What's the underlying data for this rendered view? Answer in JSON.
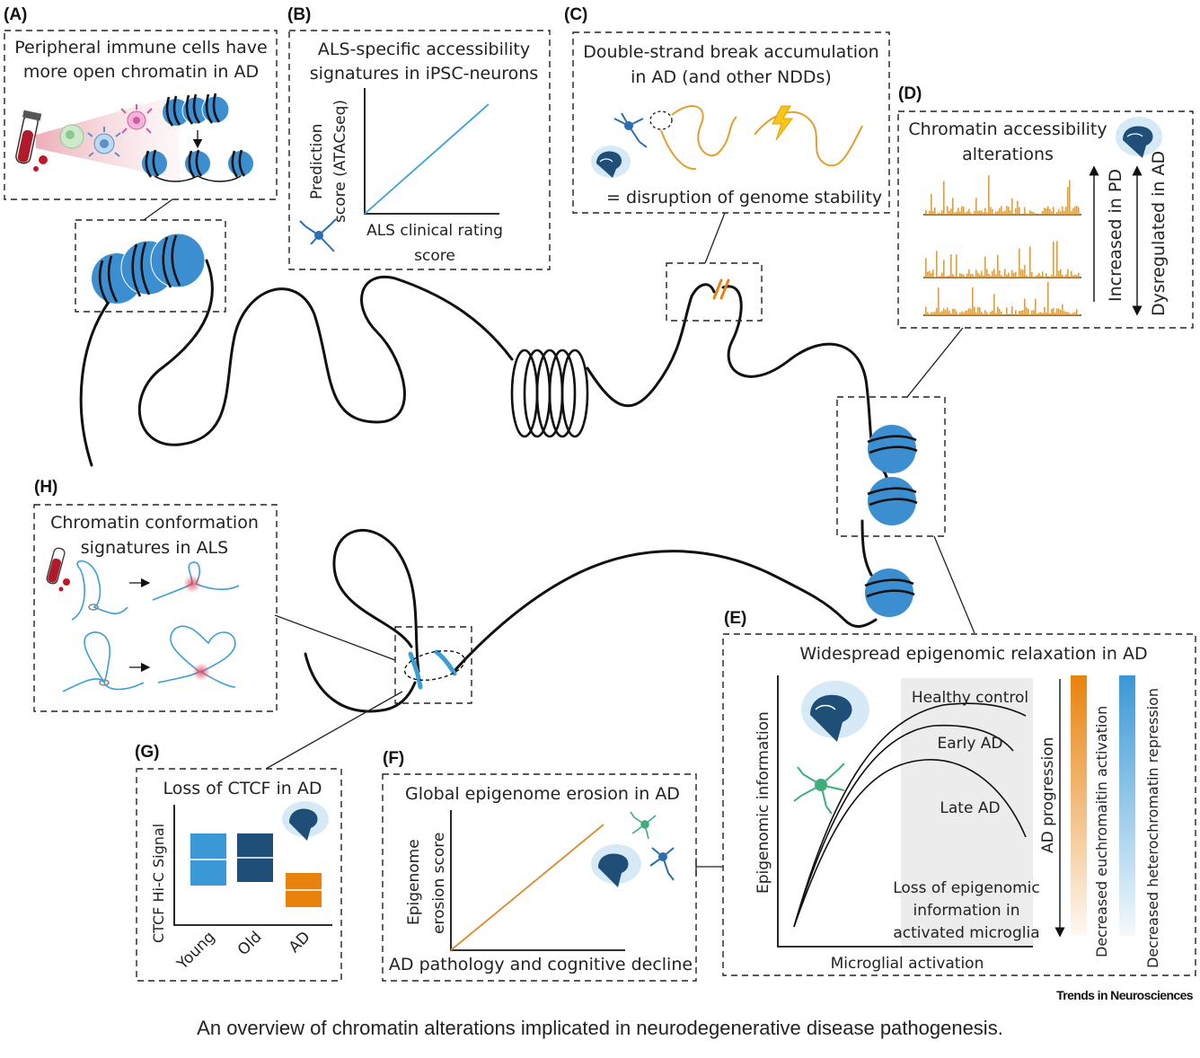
{
  "panels": {
    "A": {
      "label": "(A)",
      "title": [
        "Peripheral immune cells have",
        "more open chromatin in AD"
      ]
    },
    "B": {
      "label": "(B)",
      "title": [
        "ALS-specific accessibility",
        "signatures in iPSC-neurons"
      ],
      "ylabel": [
        "Prediction",
        "score (ATACseq)"
      ],
      "xlabel": [
        "ALS clinical rating",
        "score"
      ]
    },
    "C": {
      "label": "(C)",
      "title": [
        "Double-strand break accumulation",
        "in AD (and other NDDs)"
      ],
      "note": "= disruption of genome stability"
    },
    "D": {
      "label": "(D)",
      "title": [
        "Chromatin accessibility",
        "alterations"
      ],
      "arrow_up": "Increased  in PD",
      "arrow_both": "Dysregulated in AD"
    },
    "E": {
      "label": "(E)",
      "title": "Widespread epigenomic relaxation in AD",
      "ylabel": "Epigenomic information",
      "xlabel": "Microglial activation",
      "curves": [
        "Healthy control",
        "Early AD",
        "Late AD"
      ],
      "progression": "AD progression",
      "loss": [
        "Loss of epigenomic",
        "information in",
        "activated microglia"
      ],
      "bar1": "Decreased euchromaitin activation",
      "bar2": "Decreased heterochromatin repression"
    },
    "F": {
      "label": "(F)",
      "title": "Global epigenome erosion in AD",
      "ylabel": [
        "Epigenome",
        "erosion score"
      ],
      "xlabel": "AD pathology and cognitive decline"
    },
    "G": {
      "label": "(G)",
      "title": "Loss of CTCF in AD",
      "ylabel": "CTCF Hi-C Signal",
      "categories": [
        "Young",
        "Old",
        "AD"
      ]
    },
    "H": {
      "label": "(H)",
      "title": [
        "Chromatin conformation",
        "signatures in ALS"
      ]
    }
  },
  "colors": {
    "nucleosome": "#3b8fd0",
    "orange": "#e8820c",
    "dark_blue": "#1f4e79",
    "mid_blue": "#3a98d6",
    "line_blue": "#3b9fd6",
    "peak": "#d9a04c"
  },
  "icons": [
    "blood-tube-icon",
    "immune-cell-icon",
    "brain-icon",
    "neuron-icon",
    "microglia-icon",
    "lightning-icon",
    "break-icon"
  ],
  "brand": "Trends in Neurosciences",
  "caption": "An overview of chromatin alterations implicated in neurodegenerative disease pathogenesis."
}
